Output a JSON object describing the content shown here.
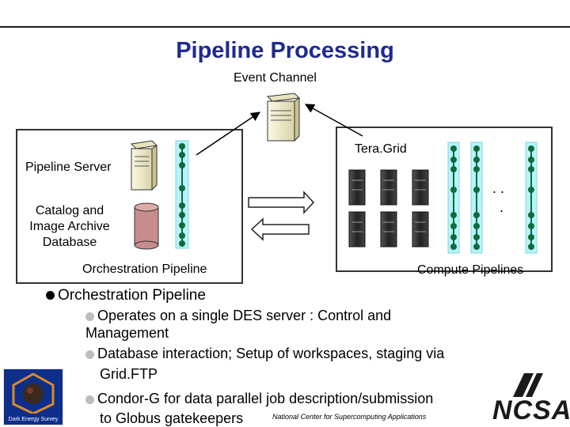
{
  "title": "Pipeline Processing",
  "diagram": {
    "event_channel": "Event Channel",
    "teragrid": "Tera.Grid",
    "pipeline_server": "Pipeline Server",
    "catalog_db": [
      "Catalog and",
      "Image Archive",
      "Database"
    ],
    "orchestration_pipeline": "Orchestration Pipeline",
    "compute_pipelines": "Compute Pipelines",
    "ellipsis_top": ". .",
    "ellipsis_bottom": "."
  },
  "bullets": {
    "main": "Orchestration Pipeline",
    "items": [
      [
        "Operates on a single DES server : Control and",
        "Management"
      ],
      [
        "Database interaction; Setup of workspaces, staging via",
        "Grid.FTP"
      ],
      [
        "Condor-G for data parallel job description/submission",
        "to Globus gatekeepers"
      ]
    ]
  },
  "footer": {
    "credit": "National Center for Supercomputing Applications",
    "ncsa_logo": "NCSA",
    "des_logo": "Dark Energy Survey"
  },
  "colors": {
    "title": "#1f2a8f",
    "pipe_fill": "#b7f3fb",
    "pipe_node": "#0f6b3a",
    "db_fill": "#c98c8c",
    "server_fill": "#f3efd0"
  }
}
